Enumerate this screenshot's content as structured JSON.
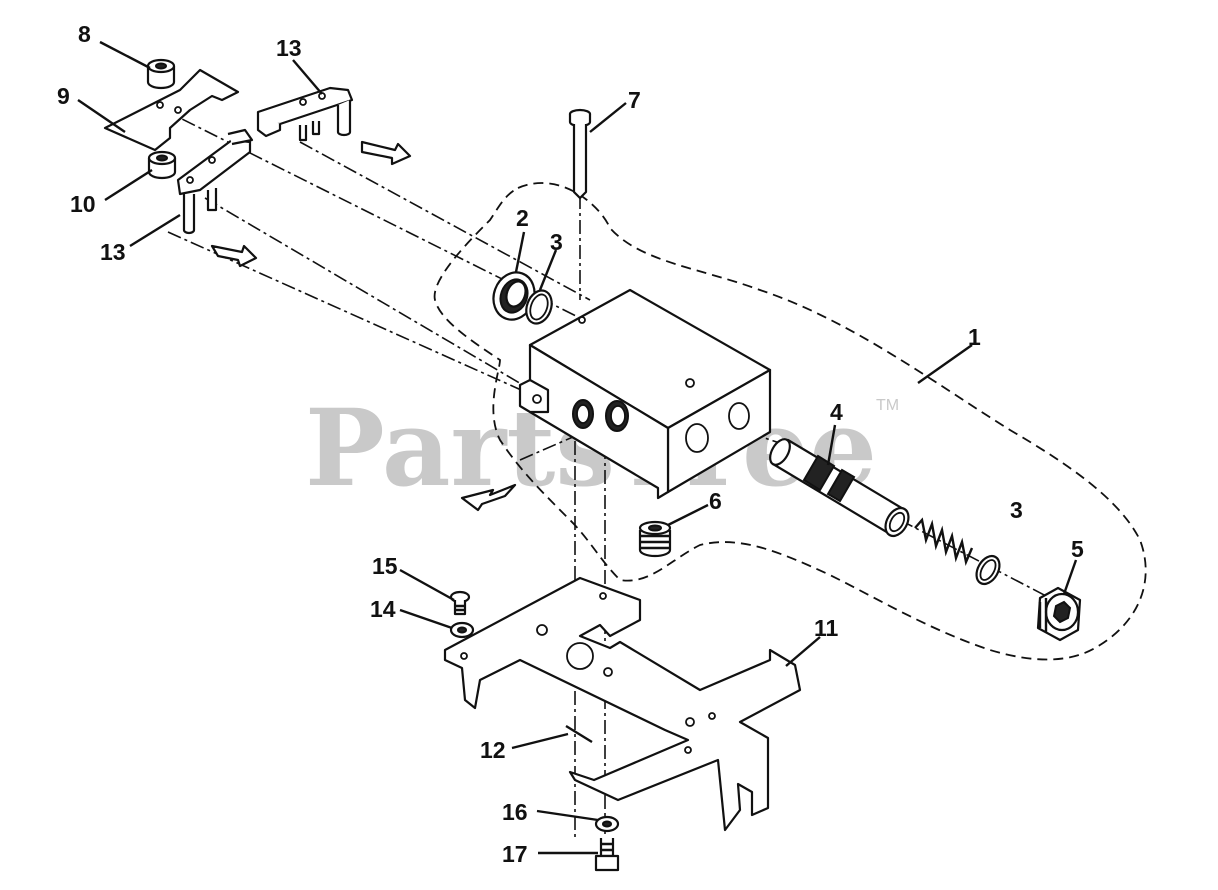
{
  "diagram": {
    "watermark": "PartsTree",
    "trademark": "TM",
    "callouts": [
      "1",
      "2",
      "3",
      "3",
      "4",
      "5",
      "6",
      "7",
      "8",
      "9",
      "10",
      "11",
      "12",
      "13",
      "13",
      "14",
      "15",
      "16",
      "17"
    ]
  }
}
